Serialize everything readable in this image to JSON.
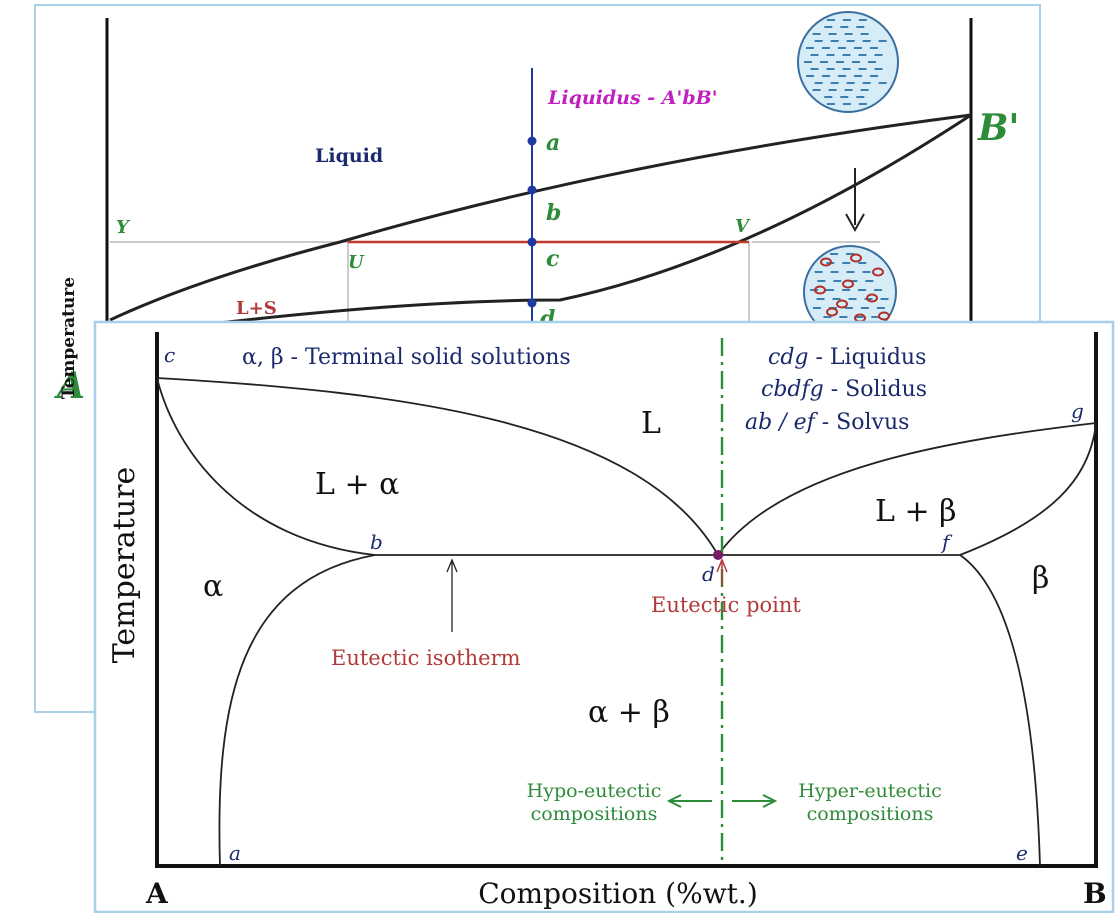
{
  "back_diagram": {
    "y_axis_label": "Temperature",
    "corner_left": "A",
    "corner_right": "B'",
    "liquid_label": "Liquid",
    "ls_label": "L+S",
    "liquidus_label": "Liquidus - A'bB'",
    "points": {
      "a": "a",
      "b": "b",
      "c": "c",
      "d": "d"
    },
    "tie_left": "U",
    "tie_right": "V",
    "tie_axis": "Y"
  },
  "front_diagram": {
    "y_axis_label": "Temperature",
    "x_axis_label": "Composition (%wt.)",
    "corner_left": "A",
    "corner_right": "B",
    "terminal_solutions_label": "α, β - Terminal solid solutions",
    "legend": {
      "liquidus_key": "cdg",
      "liquidus_text": " - Liquidus",
      "solidus_key": "cbdfg",
      "solidus_text": " - Solidus",
      "solvus_key": "ab / ef",
      "solvus_text": " - Solvus"
    },
    "regions": {
      "liquid": "L",
      "l_alpha": "L + α",
      "l_beta": "L + β",
      "alpha": "α",
      "beta": "β",
      "alpha_beta": "α + β"
    },
    "points": {
      "a": "a",
      "b": "b",
      "c": "c",
      "d": "d",
      "e": "e",
      "f": "f",
      "g": "g"
    },
    "eutectic_isotherm": "Eutectic isotherm",
    "eutectic_point": "Eutectic point",
    "hypo_line1": "Hypo-eutectic",
    "hypo_line2": "compositions",
    "hyper_line1": "Hyper-eutectic",
    "hyper_line2": "compositions"
  },
  "colors": {
    "axis": "#111111",
    "curve": "#222222",
    "text_dark_blue": "#1a2a6c",
    "text_red": "#b33a3a",
    "text_green": "#2e8b3a",
    "text_magenta": "#c020c0",
    "point_blue": "#1e3aa0",
    "tie_line": "#c0392b",
    "eutectic_dot": "#7a1a6a",
    "panel_border": "#a9d0ea"
  }
}
